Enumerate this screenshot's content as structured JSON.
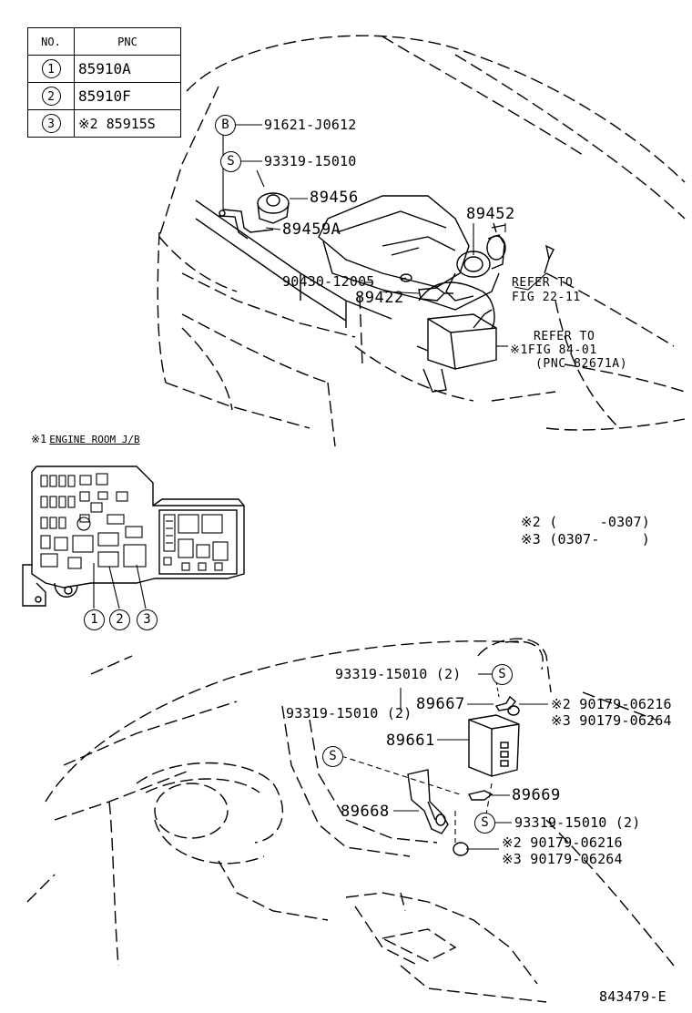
{
  "pnc_table": {
    "header_no": "NO.",
    "header_pnc": "PNC",
    "rows": [
      {
        "no": "1",
        "pnc": "85910A"
      },
      {
        "no": "2",
        "pnc": "85910F"
      },
      {
        "no": "3",
        "pnc": "※2 85915S"
      }
    ]
  },
  "engine_bay": {
    "part_91621": "91621-J0612",
    "part_93319_top": "93319-15010",
    "part_89456": "89456",
    "part_89459a": "89459A",
    "part_89452": "89452",
    "part_90430": "90430-12005",
    "part_89422": "89422",
    "refer_fig22_line1": "REFER TO",
    "refer_fig22_line2": "FIG 22-11",
    "refer_fig84_line1": "REFER TO",
    "refer_fig84_line2": "※1FIG 84-01",
    "refer_fig84_line3": "(PNC 82671A)",
    "bolt_symbol_b": "B",
    "screw_symbol_s": "S"
  },
  "junction_block": {
    "title_mark": "※1",
    "title": "ENGINE ROOM J/B",
    "callouts": [
      "1",
      "2",
      "3"
    ]
  },
  "notes": {
    "note2": "※2 (     -0307)",
    "note3": "※3 (0307-     )"
  },
  "dash": {
    "part_93319_a": "93319-15010 (2)",
    "part_93319_b": "93319-15010 (2)",
    "part_89667": "89667",
    "part_90179_2a": "※2 90179-06216",
    "part_90179_3a": "※3 90179-06264",
    "part_89661": "89661",
    "part_89669": "89669",
    "part_89668": "89668",
    "part_93319_c": "93319-15010 (2)",
    "part_90179_2b": "※2 90179-06216",
    "part_90179_3b": "※3 90179-06264"
  },
  "figure_id": "843479-E"
}
